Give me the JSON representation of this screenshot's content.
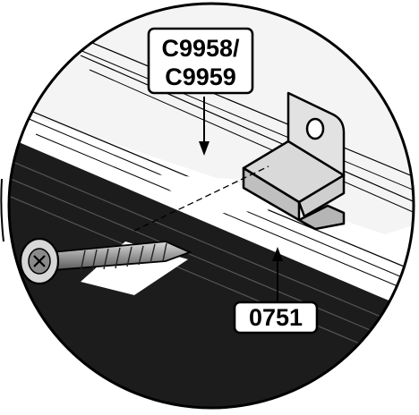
{
  "callouts": {
    "part_top_line1": "C9958/",
    "part_top_line2": "C9959",
    "part_bottom": "0751"
  },
  "colors": {
    "frame_dark": "#1c1c1c",
    "rail_grey": "#e6e6e6",
    "bracket_grey": "#cfcfcf",
    "screw_grey": "#a8a8a8",
    "outline": "#000000"
  },
  "icons": {
    "bracket": "z-bracket-icon",
    "screw": "screw-icon"
  }
}
